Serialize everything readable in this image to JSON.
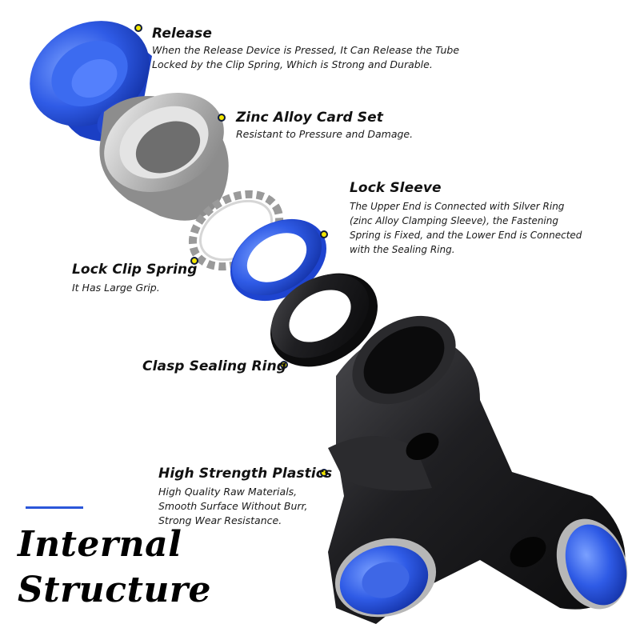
{
  "callouts": {
    "release": {
      "title": "Release",
      "desc_lines": [
        "When the Release Device is Pressed, It Can Release the Tube",
        "Locked by the Clip Spring, Which is Strong and Durable."
      ]
    },
    "zinc": {
      "title": "Zinc Alloy Card Set",
      "desc_lines": [
        "Resistant to Pressure and Damage."
      ]
    },
    "lock_sleeve": {
      "title": "Lock Sleeve",
      "desc_lines": [
        "The Upper End is Connected with Silver Ring",
        "(zinc Alloy Clamping Sleeve), the Fastening",
        "Spring is Fixed, and the Lower End is Connected",
        "with the Sealing Ring."
      ]
    },
    "clip_spring": {
      "title": "Lock Clip Spring",
      "desc_lines": [
        "It Has Large Grip."
      ]
    },
    "sealing": {
      "title": "Clasp Sealing Ring"
    },
    "plastics": {
      "title": "High Strength Plastics",
      "desc_lines": [
        "High Quality Raw Materials,",
        "Smooth Surface Without Burr,",
        "Strong Wear Resistance."
      ]
    }
  },
  "heading": {
    "line1": "Internal",
    "line2": "Structure"
  },
  "colors": {
    "blue": "#2b56d9",
    "dot_fill": "#f2e600",
    "body_black": "#1c1c1e"
  }
}
